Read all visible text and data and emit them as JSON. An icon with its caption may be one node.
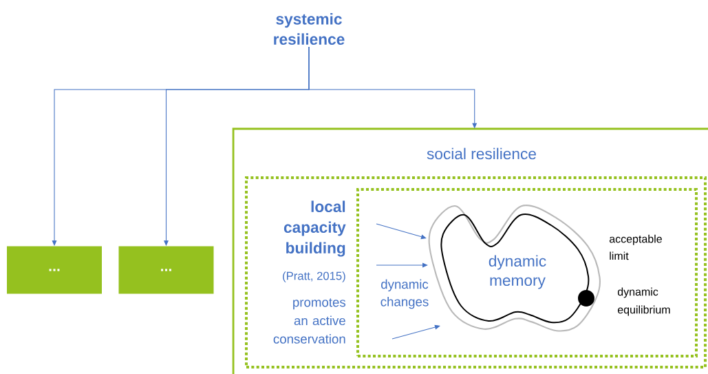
{
  "diagram": {
    "nodes": [
      {
        "text": [
          "systemic resilience"
        ]
      },
      {
        "text": [
          "..."
        ]
      },
      {
        "text": [
          "..."
        ]
      },
      {
        "text": [
          "social resilience"
        ]
      },
      {
        "text": [
          "local capacity building",
          "(Pratt, 2015)",
          "promotes an active conservation"
        ],
        "in": 3
      },
      {
        "text": [
          "dynamic changes",
          "acceptable limit",
          "dynamic equilibrium"
        ],
        "in": 4
      },
      {
        "text": [
          "dynamic memory"
        ],
        "in": 5
      }
    ],
    "edges": [
      {
        "from": 0,
        "to": 1,
        "arrow": "to"
      },
      {
        "from": 0,
        "to": 2,
        "arrow": "to"
      },
      {
        "from": 0,
        "to": 3,
        "arrow": "to"
      },
      {
        "from": null,
        "to": 6,
        "arrow": "to"
      },
      {
        "from": null,
        "to": 6,
        "arrow": "to"
      },
      {
        "from": null,
        "to": 6,
        "arrow": "to"
      }
    ]
  }
}
